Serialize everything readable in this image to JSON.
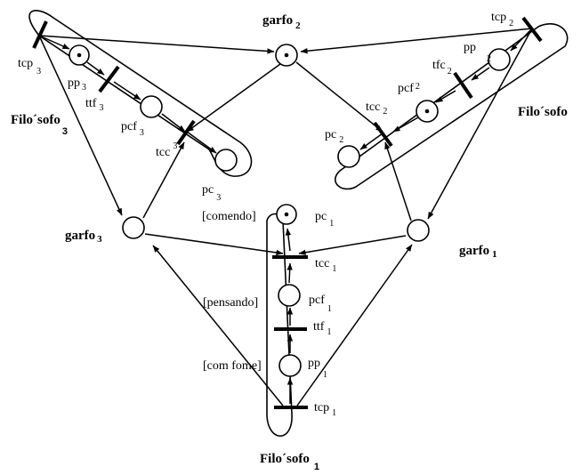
{
  "places": {
    "garfo2": {
      "text": "garfo",
      "sub": "2"
    },
    "garfo3": {
      "text": "garfo",
      "sub": "3"
    },
    "garfo1": {
      "text": "garfo",
      "sub": "1"
    },
    "pp3": {
      "text": "pp",
      "sub": "3"
    },
    "pcf3": {
      "text": "pcf",
      "sub": "3"
    },
    "pc3": {
      "text": "pc",
      "sub": "3"
    },
    "pp2": {
      "text": "pp",
      "sub": "2"
    },
    "pcf2": {
      "text": "pcf",
      "sub": "2"
    },
    "pc2": {
      "text": "pc",
      "sub": "2"
    },
    "pc1": {
      "text": "pc",
      "sub": "1"
    },
    "pcf1": {
      "text": "pcf",
      "sub": "1"
    },
    "pp1": {
      "text": "pp",
      "sub": "1"
    }
  },
  "transitions": {
    "tcp3": {
      "text": "tcp",
      "sub": "3"
    },
    "ttf3": {
      "text": "ttf",
      "sub": "3"
    },
    "tcc3": {
      "text": "tcc",
      "sub": "3"
    },
    "tcp2": {
      "text": "tcp",
      "sub": "2"
    },
    "tfc2": {
      "text": "tfc",
      "sub": "2"
    },
    "tcc2": {
      "text": "tcc",
      "sub": "2"
    },
    "tcc1": {
      "text": "tcc",
      "sub": "1"
    },
    "ttf1": {
      "text": "ttf",
      "sub": "1"
    },
    "tcp1": {
      "text": "tcp",
      "sub": "1"
    }
  },
  "philosophers": {
    "f3": {
      "text": "Filo´sofo",
      "sub": "3"
    },
    "f2": {
      "text": "Filo´sofo",
      "sub": ""
    },
    "f1": {
      "text": "Filo´sofo",
      "sub": "1"
    }
  },
  "states": {
    "comendo": "[comendo]",
    "pensando": "[pensando]",
    "com_fome": "[com fome]"
  }
}
